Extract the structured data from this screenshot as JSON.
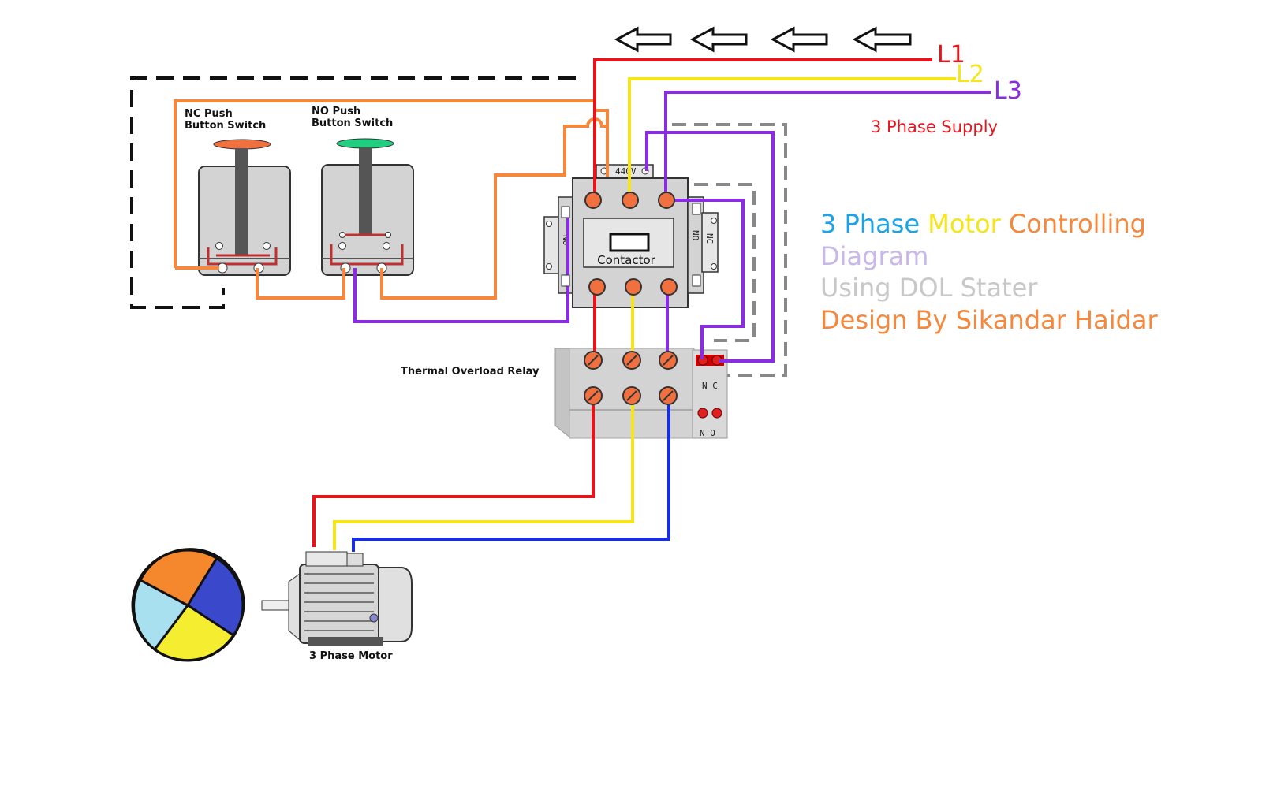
{
  "title": {
    "line1": [
      {
        "text": "3 Phase",
        "color": "#1aa3e8"
      },
      {
        "text": "Motor",
        "color": "#f5e51a"
      },
      {
        "text": "Controlling",
        "color": "#f5883c"
      }
    ],
    "line2": {
      "text": "Diagram",
      "color": "#c9b8ea"
    },
    "line3": {
      "text": "Using DOL Stater",
      "color": "#c8c8c8"
    },
    "line4": {
      "text": "Design By Sikandar Haidar",
      "color": "#f5883c"
    }
  },
  "supply": {
    "l1": "L1",
    "l2": "L2",
    "l3": "L3",
    "caption": "3 Phase Supply"
  },
  "components": {
    "nc_switch": {
      "line1": "NC Push",
      "line2": "Button Switch"
    },
    "no_switch": {
      "line1": "NO Push",
      "line2": "Button Switch"
    },
    "contactor": {
      "label": "Contactor",
      "coil_voltage": "440V",
      "aux_left": "NO",
      "aux_right_1": "NO",
      "aux_right_2": "NC"
    },
    "relay": {
      "label": "Thermal Overload Relay",
      "nc": "N C",
      "no": "N O"
    },
    "motor": {
      "label": "3 Phase Motor"
    }
  },
  "wire_colors": {
    "l1": "#e8141c",
    "l2": "#f5e51a",
    "l3": "#8b2be2",
    "control": "#f5883c",
    "motor_l3": "#1a2ee0"
  }
}
